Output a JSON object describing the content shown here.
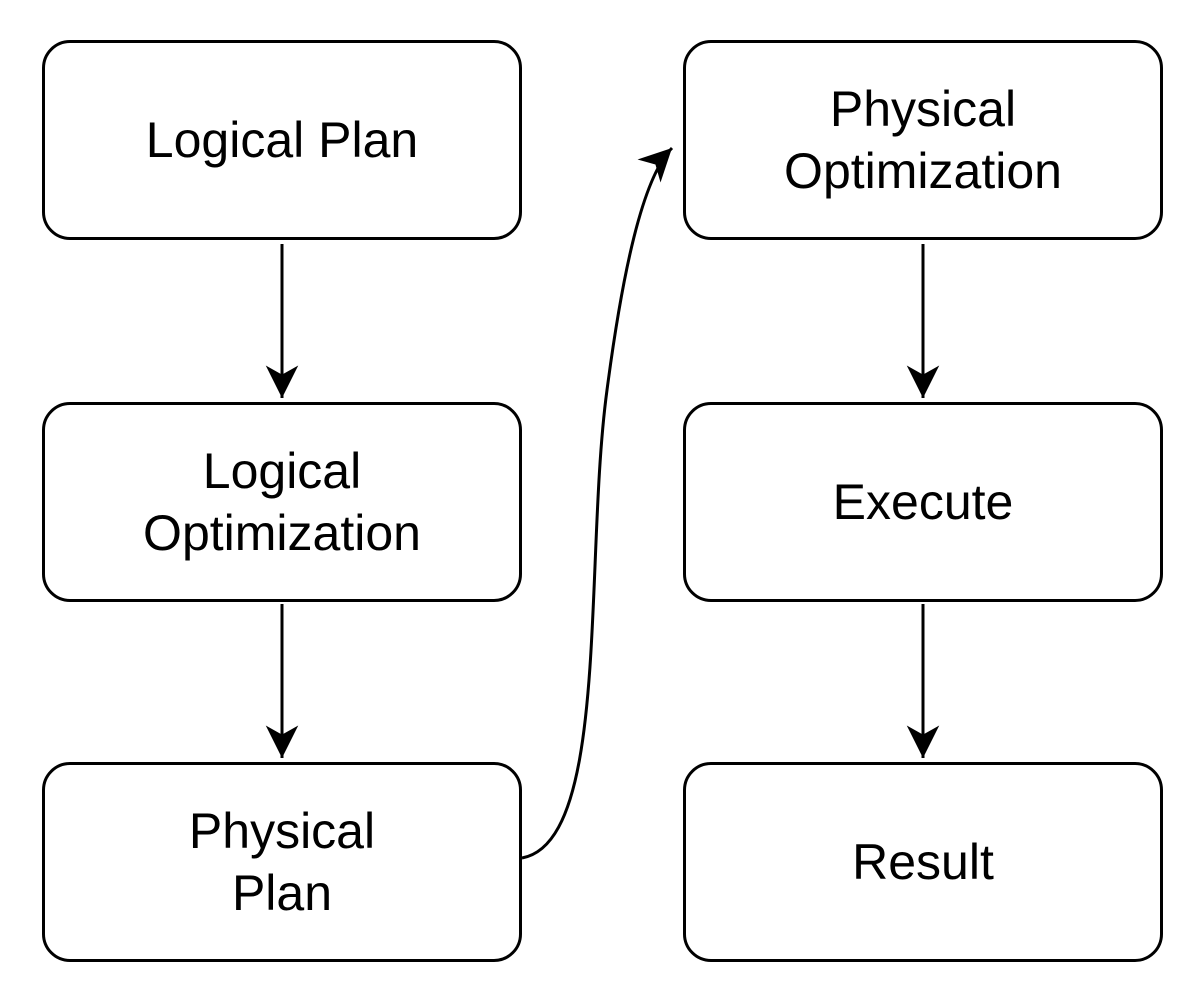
{
  "diagram": {
    "type": "flowchart",
    "colors": {
      "background": "#ffffff",
      "node_fill": "#ffffff",
      "node_stroke": "#000000",
      "edge_stroke": "#000000",
      "text": "#000000"
    },
    "nodes": [
      {
        "id": "logical-plan",
        "label": "Logical Plan"
      },
      {
        "id": "logical-optimization",
        "label": "Logical\nOptimization"
      },
      {
        "id": "physical-plan",
        "label": "Physical\nPlan"
      },
      {
        "id": "physical-optimization",
        "label": "Physical\nOptimization"
      },
      {
        "id": "execute",
        "label": "Execute"
      },
      {
        "id": "result",
        "label": "Result"
      }
    ],
    "edges": [
      {
        "from": "logical-plan",
        "to": "logical-optimization",
        "style": "straight-down"
      },
      {
        "from": "logical-optimization",
        "to": "physical-plan",
        "style": "straight-down"
      },
      {
        "from": "physical-plan",
        "to": "physical-optimization",
        "style": "curved-s"
      },
      {
        "from": "physical-optimization",
        "to": "execute",
        "style": "straight-down"
      },
      {
        "from": "execute",
        "to": "result",
        "style": "straight-down"
      }
    ]
  }
}
